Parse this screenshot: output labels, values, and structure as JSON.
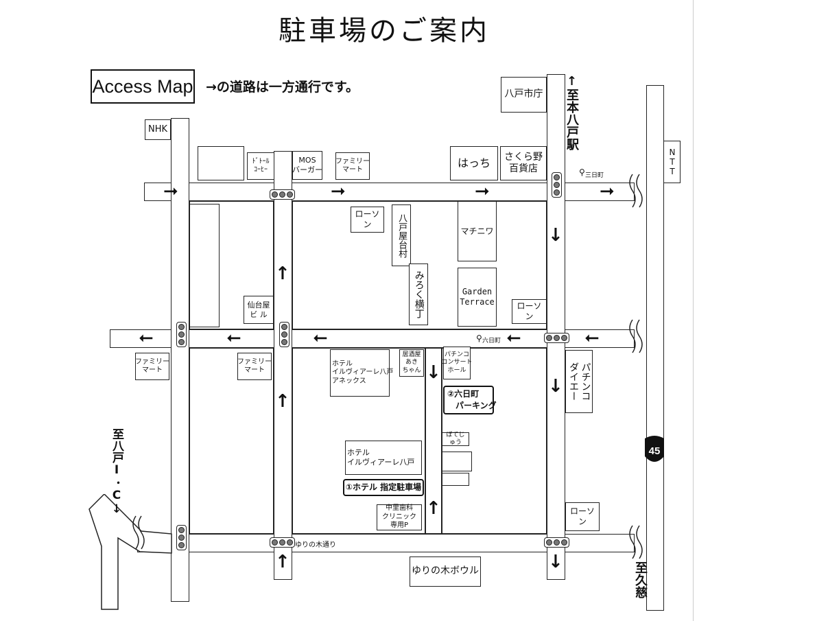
{
  "title": "駐車場のご案内",
  "access_label": "Access Map",
  "oneway_note": "→の道路は一方通行です。",
  "landmarks": {
    "nhk": "NHK",
    "doutor": "ﾄﾞﾄｰﾙ\nｺｰﾋｰ",
    "mos": "MOS\nバーガー",
    "familymart_top": "ファミリー\nマート",
    "hacchi": "はっち",
    "sakurano": "さくら野\n百貨店",
    "city_hall": "八戸市庁",
    "ntt": "NTT",
    "lawson_1": "ローソン",
    "hachinohe_yatai": "八戸屋台村",
    "mirokuyokocho": "みろく横丁",
    "machiniwa": "マチニワ",
    "garden_terrace": "Garden\nTerrace",
    "lawson_2": "ローソン",
    "sendaiya": "仙台屋\nビ ル",
    "familymart_left": "ファミリー\nマート",
    "familymart_mid": "ファミリー\nマート",
    "hotel_annex": "ホテル\nイルヴィアーレ八戸\nアネックス",
    "izakaya": "居酒屋\nあき\nちゃん",
    "pachinko_hall": "パチンコ\nコンサート\nホール",
    "pachinko_daiei": "パチンコ\nダイエー",
    "botejuu": "ぼてじゅう",
    "hotel_main": "ホテル\nイルヴィアーレ八戸",
    "nakasato_clinic": "中里歯科\nクリニック\n専用P",
    "lawson_3": "ローソン",
    "yurinoki_bowl": "ゆりの木ボウル"
  },
  "parking": {
    "p1": "①ホテル 指定駐車場",
    "p2": "②六日町\n　パーキング"
  },
  "streets": {
    "mikkamachi": "三日町",
    "muikamachi": "六日町",
    "yurinoki_dori": "ゆりの木通り"
  },
  "directions": {
    "hon_hachinohe": "↑至本八戸駅",
    "hachinohe_ic": "至八戸I･C↓",
    "kuji": "至久慈"
  },
  "route_number": "45",
  "colors": {
    "ink": "#111111",
    "signal": "#777777"
  }
}
